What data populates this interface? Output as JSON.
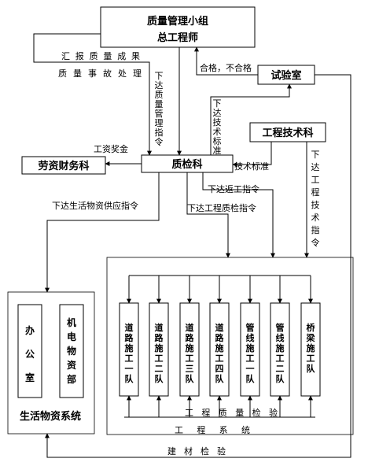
{
  "nodes": {
    "qc_group": {
      "line1": "质量管理小组",
      "line2": "总工程师"
    },
    "lab": "试验室",
    "tech_dept": "工程技术科",
    "qc_dept": "质检科",
    "finance": "劳资财务科",
    "office": "办公室",
    "mech": "机电物资部",
    "teams": [
      "道路施工一队",
      "道路施工二队",
      "道路施工三队",
      "道路施工四队",
      "管线施工一队",
      "管线施工二队",
      "桥梁施工队"
    ]
  },
  "labels": {
    "report_results": "汇报质量成果",
    "handle_accidents": "质量事故处理",
    "issue_qm_order": "下达质量管理指令",
    "pass_fail": "合格，不合格",
    "issue_tech_std": "下达技术标准",
    "wage_bonus": "工资奖金",
    "tech_std": "技术标准",
    "issue_rework": "下达返工指令",
    "issue_supply": "下达生活物资供应指令",
    "issue_qc_order": "下达工程质检指令",
    "issue_eng_tech": "下达工程技术指令",
    "living_system": "生活物资系统",
    "eng_qc": "工程质量检验",
    "eng_system": "工程系统",
    "material_test": "建材检验"
  }
}
